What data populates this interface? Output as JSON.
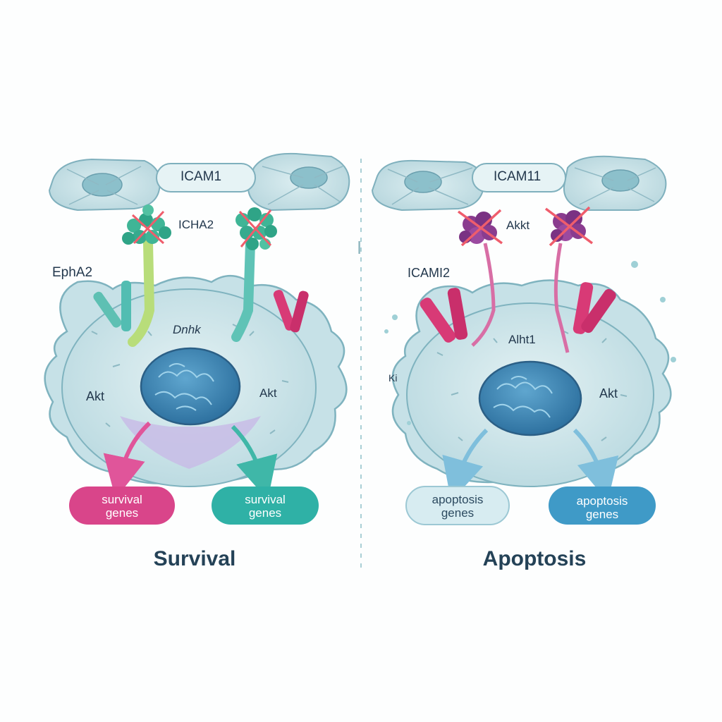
{
  "colors": {
    "cell_fill": "#cfe6ea",
    "cell_stroke": "#7fb3bf",
    "nucleus": "#3e88b5",
    "survival_pill_left": "#d9458a",
    "survival_pill_right": "#2fb1a6",
    "apoptosis_pill_left": "#d7ecf1",
    "apoptosis_pill_right": "#3f9ac7",
    "receptor_pink": "#d83a76",
    "receptor_teal": "#52bdb2",
    "cluster_green": "#3fb596",
    "cluster_purple": "#8a3c8f",
    "inhibit_x": "#ef5d6c",
    "divider": "#a9cfd5"
  },
  "left_panel": {
    "title": "Survival",
    "icam_label": "ICAM1",
    "cluster_label": "ICHA2",
    "receptor_label": "EphA2",
    "center_label": "Dnhk",
    "akt_left": "Akt",
    "akt_right": "Akt",
    "gene_left": {
      "line1": "survival",
      "line2": "genes"
    },
    "gene_right": {
      "line1": "survival",
      "line2": "genes"
    }
  },
  "right_panel": {
    "title": "Apoptosis",
    "icam_label": "ICAM11",
    "cluster_label": "Akkt",
    "receptor_label": "ICAMI2",
    "center_label": "Alht1",
    "side_label": "Ki",
    "akt_right": "Akt",
    "gene_left": {
      "line1": "apoptosis",
      "line2": "genes"
    },
    "gene_right": {
      "line1": "apoptosis",
      "line2": "genes"
    }
  },
  "divider_mark": "I"
}
